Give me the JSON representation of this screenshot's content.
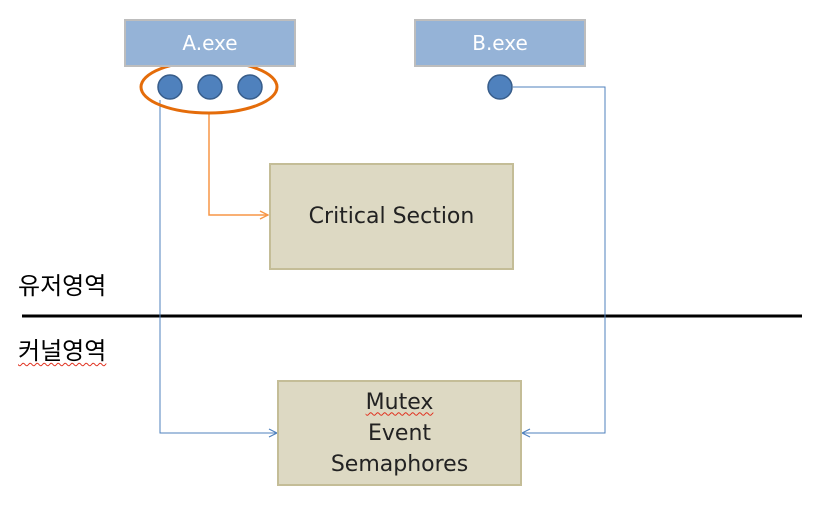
{
  "processes": {
    "a": {
      "label": "A.exe"
    },
    "b": {
      "label": "B.exe"
    }
  },
  "user_mode": {
    "label": "유저영역",
    "critical_section": "Critical Section"
  },
  "kernel_mode": {
    "label": "커널영역",
    "objects": [
      "Mutex",
      "Event",
      "Semaphores"
    ]
  },
  "colors": {
    "process_fill": "#95b3d7",
    "thread_dot": "#4f81bd",
    "highlight": "#e46c0a",
    "connector": "#4f81bd",
    "object_fill": "#ddd9c3"
  }
}
